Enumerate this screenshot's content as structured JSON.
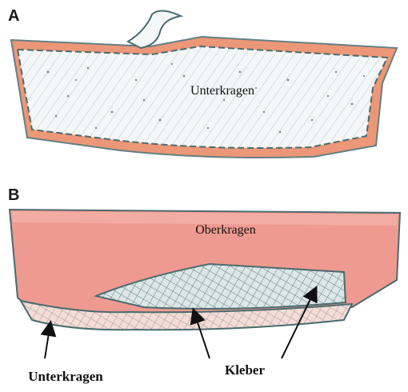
{
  "panels": [
    {
      "letter": "A",
      "part_label": "Unterkragen"
    },
    {
      "letter": "B",
      "part_label": "Oberkragen"
    }
  ],
  "callouts": {
    "lower_collar": "Unterkragen",
    "interfacing": "Kleber"
  },
  "colors": {
    "outline": "#4a6b6e",
    "orange_edge": "#e98660",
    "pink_fill": "#ef9a90",
    "speckle": "#6e8f91"
  }
}
